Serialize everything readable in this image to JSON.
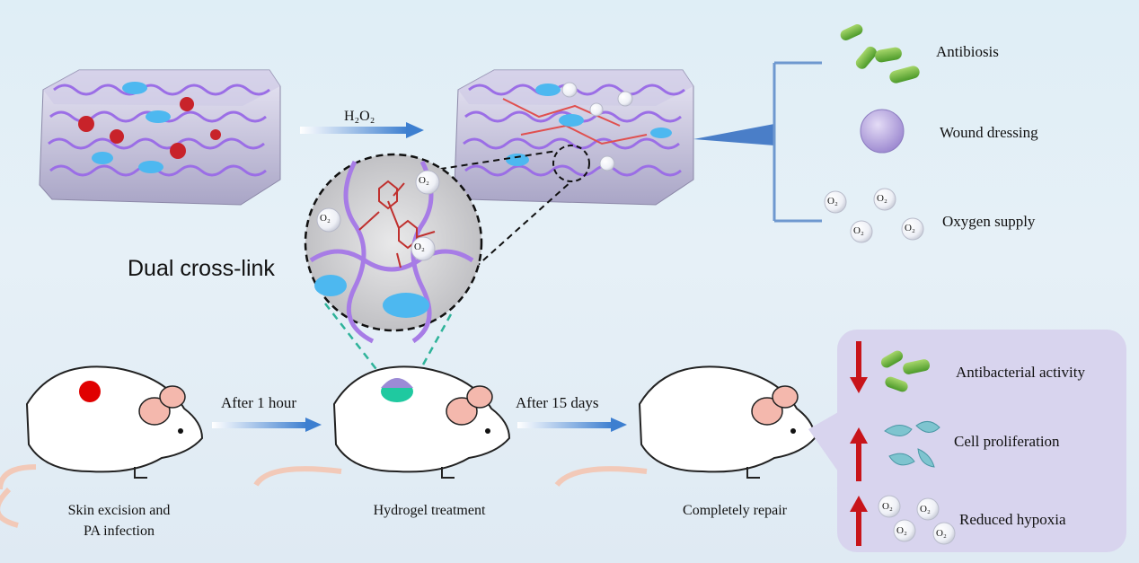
{
  "top": {
    "reaction_arrow_label": "H₂O₂",
    "inset_o2_labels": [
      "O₂",
      "O₂",
      "O₂"
    ],
    "crosslink_title": "Dual cross-link"
  },
  "outcomes": {
    "items": [
      {
        "label": "Antibiosis",
        "icon": "bacteria-icon"
      },
      {
        "label": "Wound dressing",
        "icon": "hydrogel-sphere-icon"
      },
      {
        "label": "Oxygen supply",
        "icon": "oxygen-bubbles-icon"
      }
    ],
    "bubble_labels": [
      "O₂",
      "O₂",
      "O₂",
      "O₂"
    ]
  },
  "mice": {
    "stage1_caption_line1": "Skin excision and",
    "stage1_caption_line2": "PA infection",
    "arrow1_label": "After 1 hour",
    "stage2_caption": "Hydrogel treatment",
    "arrow2_label": "After 15 days",
    "stage3_caption": "Completely repair"
  },
  "effects": {
    "items": [
      {
        "label": "Antibacterial activity",
        "direction": "down",
        "icon": "bacteria-icon"
      },
      {
        "label": "Cell proliferation",
        "direction": "up",
        "icon": "cells-icon"
      },
      {
        "label": "Reduced hypoxia",
        "direction": "up",
        "icon": "oxygen-bubbles-icon"
      }
    ],
    "bubble_labels": [
      "O₂",
      "O₂",
      "O₂",
      "O₂"
    ]
  },
  "colors": {
    "arrow_red": "#c8141a",
    "hydrogel_purple": "#8a5cd6",
    "wound_red": "#e00000",
    "treatment_green": "#1fc9a0",
    "panel_bg": "#d8d4ee"
  }
}
